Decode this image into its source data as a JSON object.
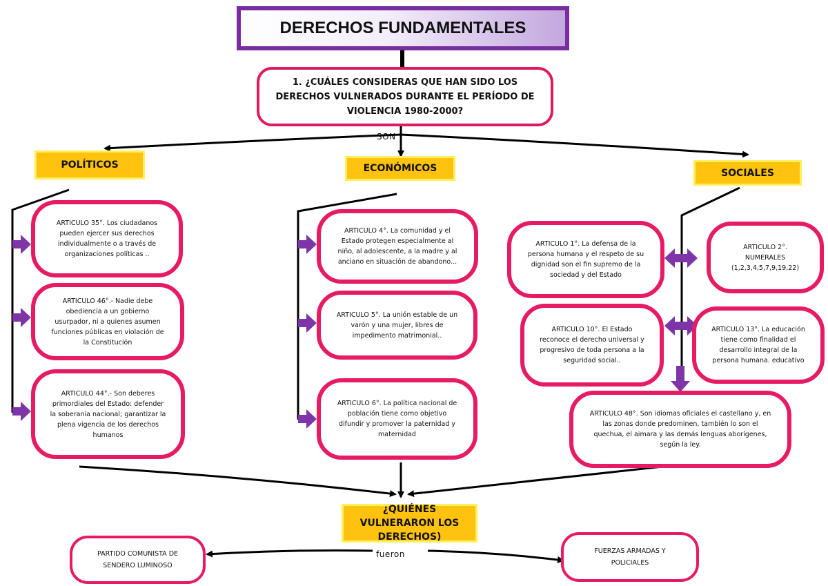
{
  "title": "DERECHOS FUNDAMENTALES",
  "question": "1. ¿CUÁLES CONSIDERAS QUE HAN SIDO LOS DERECHOS VULNERADOS DURANTE EL PERÍODO DE VIOLENCIA 1980-2000?",
  "son_label": "SON",
  "categories": {
    "politicos": "POLÍTICOS",
    "economicos": "ECONÓMICOS",
    "sociales": "SOCIALES"
  },
  "politicos": [
    "ARTICULO 35°. Los ciudadanos pueden ejercer sus derechos individualmente o a través de organizaciones políticas ..",
    "ARTICULO 46°.- Nadie debe obediencia a un gobierno usurpador, ni a quienes asumen funciones públicas en violación de la Constitución",
    "ARTICULO 44°.- Son deberes primordiales del Estado: defender la soberanía nacional; garantizar la plena vigencia de los derechos humanos"
  ],
  "economicos": [
    "ARTICULO 4°. La comunidad y el Estado protegen especialmente al niño, al adolescente, a la madre y al anciano en situación de abandono...",
    "ARTICULO 5°. La unión estable de un varón y una mujer, libres de impedimento matrimonial..",
    "ARTICULO 6°. La política nacional de población tiene como objetivo difundir y promover la paternidad y maternidad"
  ],
  "sociales": {
    "art1": "ARTICULO 1°. La defensa de la persona humana y el respeto de su dignidad son el fin supremo de la sociedad y del Estado",
    "art2": "ARTICULO 2°. NUMERALES (1,2,3,4,5,7,9,19,22)",
    "art10": "ARTICULO 10°. El Estado reconoce el derecho universal y progresivo de toda persona a la seguridad social..",
    "art13": "ARTICULO 13°. La educación tiene como finalidad el desarrollo integral de la persona humana. educativo",
    "art48": "ARTICULO 48°. Son idiomas oficiales el castellano y, en las zonas donde predominen, también lo son el quechua, el aimara y las demás lenguas aborígenes, según la ley."
  },
  "who_question": "¿QUIÉNES VULNERARON LOS DERECHOS)",
  "fueron_label": "fueron",
  "agents": [
    "PARTIDO COMUNISTA DE SENDERO LUMINOSO",
    "FUERZAS ARMADAS Y POLICIALES"
  ],
  "colors": {
    "title_border": "#7a2da0",
    "node_border": "#e61b64",
    "category_fill": "#ffc20e",
    "arrow_purple": "#7d35a8"
  }
}
